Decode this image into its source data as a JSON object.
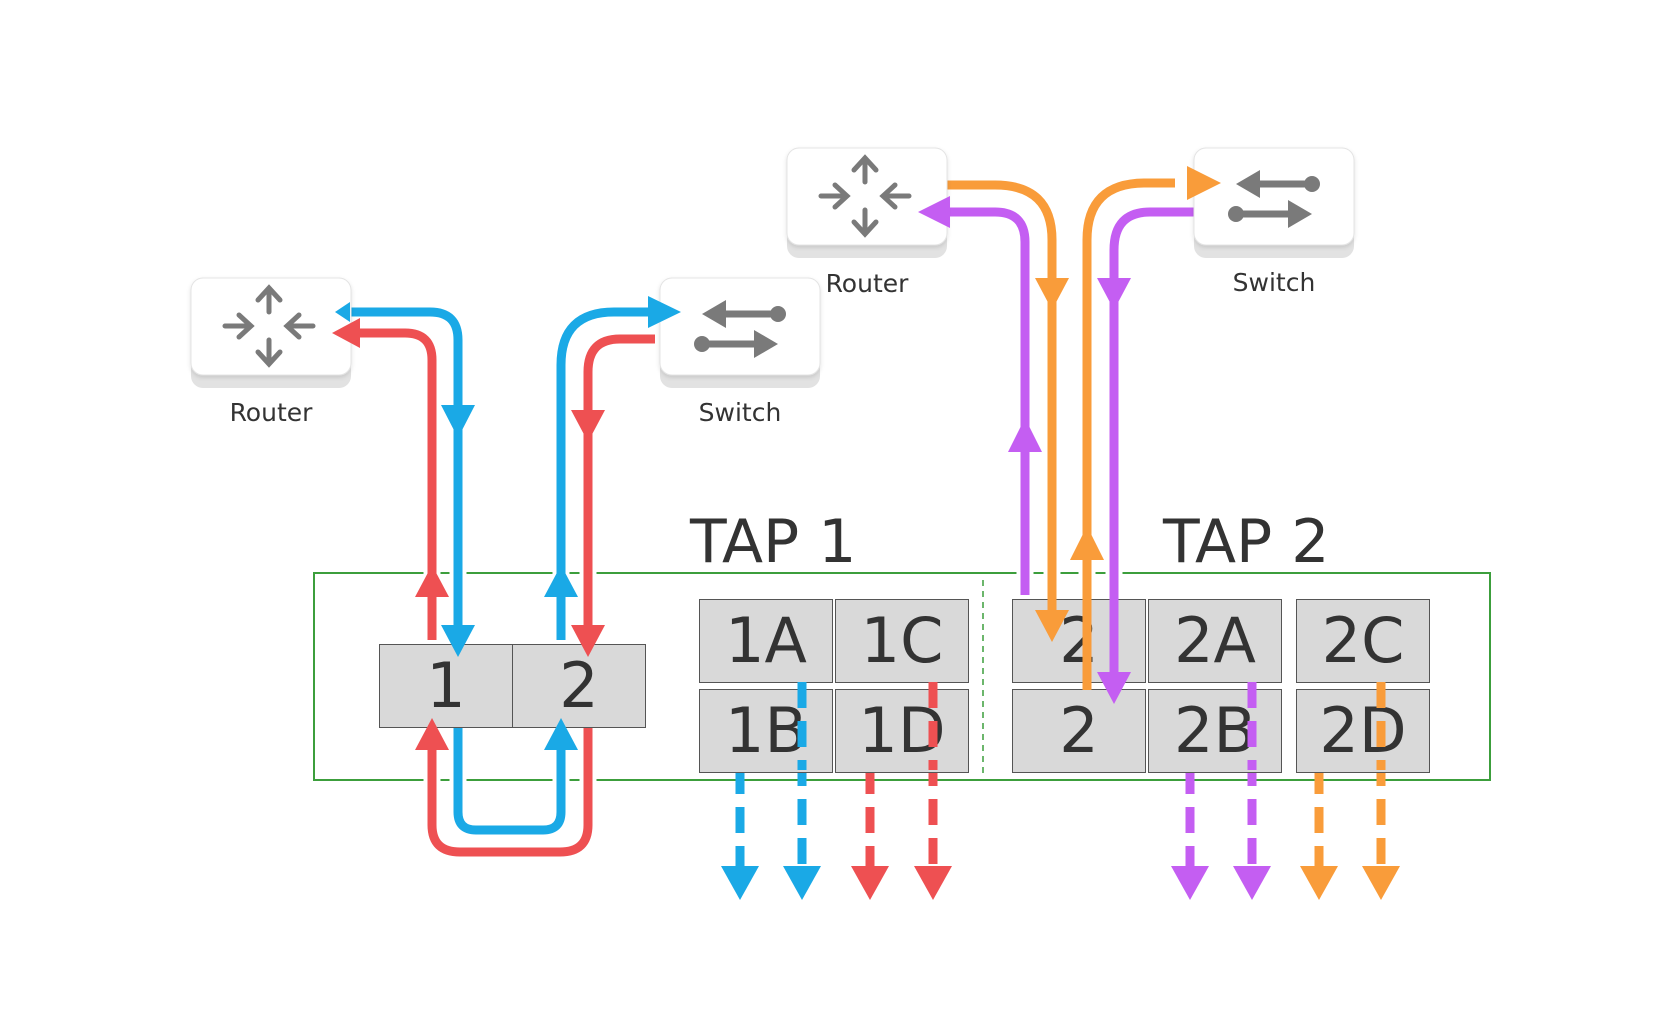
{
  "colors": {
    "blue": "#1aa9e6",
    "red": "#ee5052",
    "purple": "#c45ef2",
    "orange": "#f99c3a",
    "tap_border": "#3c9e3c",
    "port_fill": "#d9d9d9"
  },
  "tap1": {
    "title": "TAP 1",
    "network_ports": [
      "1",
      "2"
    ],
    "monitor_ports": [
      "1A",
      "1C",
      "1B",
      "1D"
    ],
    "router": {
      "label": "Router",
      "icon": "router-icon"
    },
    "switch": {
      "label": "Switch",
      "icon": "switch-icon"
    }
  },
  "tap2": {
    "title": "TAP 2",
    "network_ports": [
      "2",
      "2"
    ],
    "monitor_ports": [
      "2A",
      "2C",
      "2B",
      "2D"
    ],
    "router": {
      "label": "Router",
      "icon": "router-icon"
    },
    "switch": {
      "label": "Switch",
      "icon": "switch-icon"
    }
  }
}
